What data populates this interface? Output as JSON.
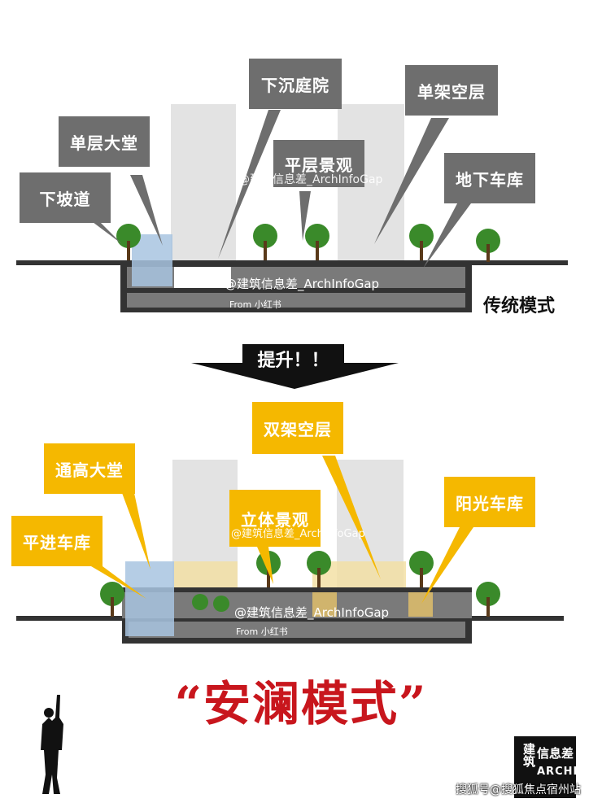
{
  "traditional": {
    "title": "传统模式",
    "callouts": {
      "slope": "下坡道",
      "lobby": "单层大堂",
      "sunken": "下沉庭院",
      "flat_landscape": "平层景观",
      "overhead": "单架空层",
      "underground_garage": "地下车库"
    },
    "watermark": "@建筑信息差_ArchInfoGap",
    "watermark_from": "From 小红书"
  },
  "upgrade_label": "提升！！",
  "anlan": {
    "title": "“安澜模式”",
    "callouts": {
      "level_garage": "平进车库",
      "tall_lobby": "通高大堂",
      "3d_landscape": "立体景观",
      "double_overhead": "双架空层",
      "sunny_garage": "阳光车库"
    },
    "watermark": "@建筑信息差_ArchInfoGap",
    "watermark_from": "From 小红书"
  },
  "logo": {
    "line1": "信息差",
    "line2": "ARCHI",
    "side": "建筑"
  },
  "credit": "搜狐号@搜狐焦点宿州站",
  "colors": {
    "gray_callout": "#6e6e6e",
    "yellow_callout": "#f5b800",
    "title_red": "#c8161d"
  }
}
